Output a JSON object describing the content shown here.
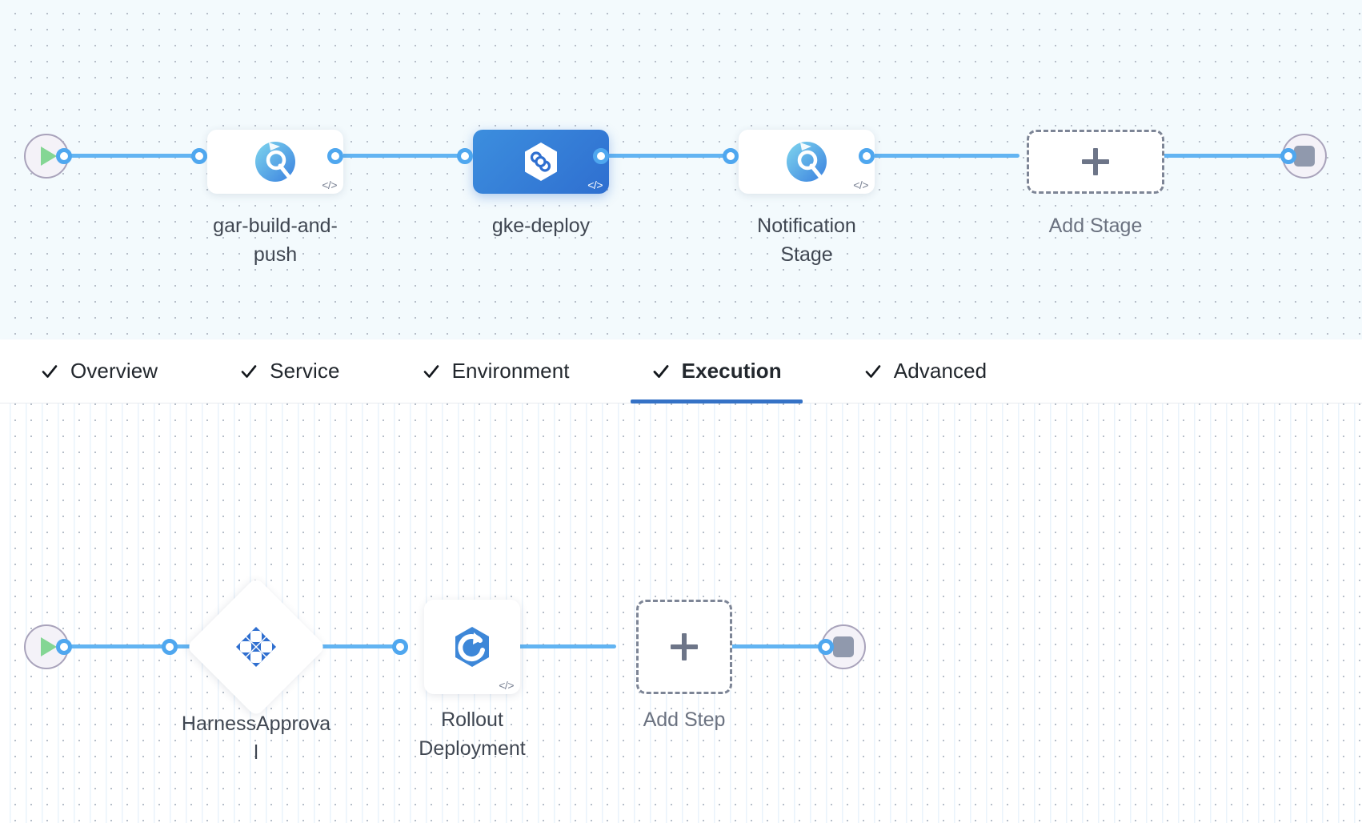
{
  "stage_canvas": {
    "start_node": {
      "name": "pipeline-start",
      "icon": "play-icon"
    },
    "end_node": {
      "name": "pipeline-end",
      "icon": "stop-icon"
    },
    "stages": [
      {
        "label": "gar-build-and-push",
        "icon": "ci-build-icon",
        "selected": false,
        "has_code_glyph": true
      },
      {
        "label": "gke-deploy",
        "icon": "cd-hexagon-icon",
        "selected": true,
        "has_code_glyph": true
      },
      {
        "label": "Notification Stage",
        "icon": "ci-build-icon",
        "selected": false,
        "has_code_glyph": true
      }
    ],
    "add_stage": {
      "label": "Add Stage",
      "icon": "plus-icon"
    }
  },
  "tabs": [
    {
      "label": "Overview",
      "icon": "check-icon",
      "active": false
    },
    {
      "label": "Service",
      "icon": "check-icon",
      "active": false
    },
    {
      "label": "Environment",
      "icon": "check-icon",
      "active": false
    },
    {
      "label": "Execution",
      "icon": "check-icon",
      "active": true
    },
    {
      "label": "Advanced",
      "icon": "check-icon",
      "active": false
    }
  ],
  "step_canvas": {
    "start_node": {
      "name": "execution-start",
      "icon": "play-icon"
    },
    "end_node": {
      "name": "execution-end",
      "icon": "stop-icon"
    },
    "steps": [
      {
        "label": "HarnessApproval",
        "icon": "harness-approval-icon",
        "shape": "diamond",
        "has_code_glyph": false
      },
      {
        "label": "Rollout Deployment",
        "icon": "k8s-rollout-icon",
        "shape": "square",
        "has_code_glyph": true
      }
    ],
    "add_step": {
      "label": "Add Step",
      "icon": "plus-icon"
    }
  },
  "colors": {
    "accent": "#3572c6",
    "link": "#62b4f2",
    "port_border": "#4fa7ef",
    "selected_stage": "#2f6fd0",
    "stage_canvas_bg": "#f3fafd",
    "step_canvas_bg": "#ffffff",
    "dashed_border": "#7d8596",
    "play_green": "#84d694",
    "stop_gray": "#9099ad"
  }
}
